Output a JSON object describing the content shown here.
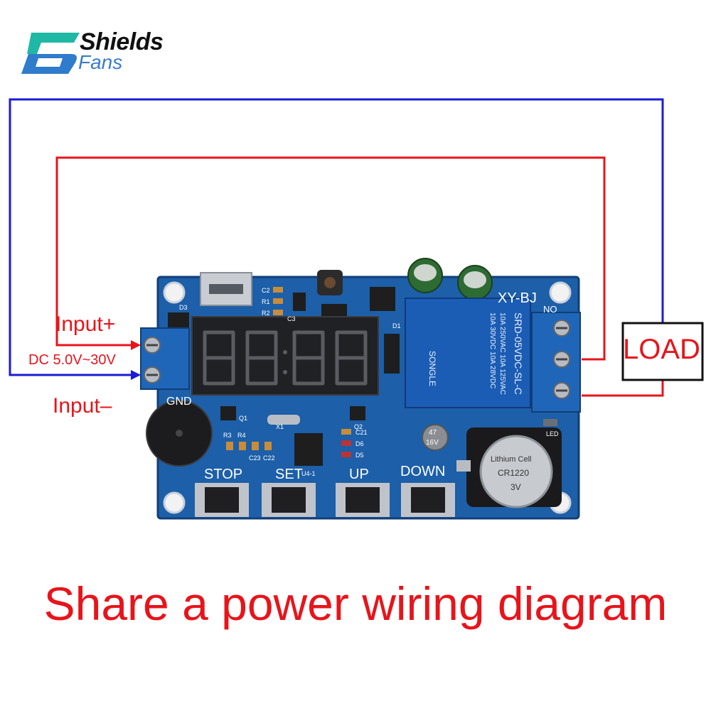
{
  "brand": {
    "name": "Shields",
    "sub": "Fans"
  },
  "labels": {
    "input_plus": "Input+",
    "input_minus": "Input–",
    "voltage_range": "DC 5.0V~30V",
    "load": "LOAD"
  },
  "board": {
    "model": "XY-BJ",
    "gnd_label": "GND",
    "buttons": [
      "STOP",
      "SET",
      "UP",
      "DOWN"
    ],
    "relay_lines": [
      "SRD-05VDC-SL-C",
      "10A 250VAC  10A 125VAC",
      "10A 30VDC  10A 28VDC",
      "SONGLE"
    ],
    "battery_lines": [
      "Lithium Cell",
      "CR1220",
      "3V"
    ],
    "cap_text": [
      "47",
      "16V"
    ],
    "silkscreen": [
      "D3",
      "C2",
      "R1",
      "R2",
      "C3",
      "D1",
      "Q1",
      "Q2",
      "X1",
      "R3",
      "R4",
      "C23",
      "C22",
      "U4-1",
      "C21",
      "D6",
      "D5",
      "LED",
      "NO"
    ]
  },
  "wires": {
    "positive": "#e8141b",
    "negative": "#1b1bd6"
  },
  "caption": "Share a power wiring diagram"
}
